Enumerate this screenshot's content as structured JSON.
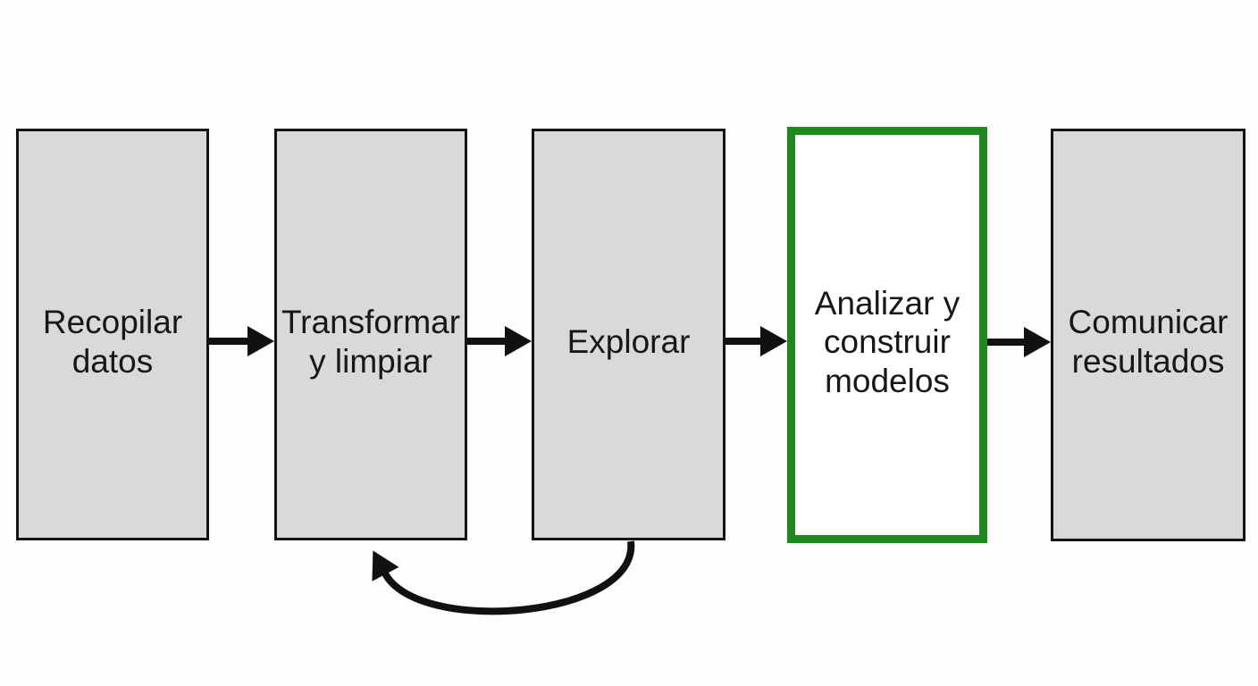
{
  "diagram": {
    "boxes": [
      {
        "id": "recopilar-datos",
        "label": "Recopilar\ndatos",
        "highlighted": false
      },
      {
        "id": "transformar-limpiar",
        "label": "Transformar\ny limpiar",
        "highlighted": false
      },
      {
        "id": "explorar",
        "label": "Explorar",
        "highlighted": false
      },
      {
        "id": "analizar-modelos",
        "label": "Analizar y\nconstruir\nmodelos",
        "highlighted": true
      },
      {
        "id": "comunicar-resultados",
        "label": "Comunicar\nresultados",
        "highlighted": false
      }
    ],
    "connections": [
      {
        "from": "Recopilar datos",
        "to": "Transformar y limpiar",
        "type": "forward"
      },
      {
        "from": "Transformar y limpiar",
        "to": "Explorar",
        "type": "forward"
      },
      {
        "from": "Explorar",
        "to": "Analizar y construir modelos",
        "type": "forward"
      },
      {
        "from": "Analizar y construir modelos",
        "to": "Comunicar resultados",
        "type": "forward"
      },
      {
        "from": "Explorar",
        "to": "Transformar y limpiar",
        "type": "feedback-loop"
      }
    ]
  },
  "colors": {
    "box_fill": "#d9d9d9",
    "box_border": "#141414",
    "highlight_fill": "#ffffff",
    "highlight_border": "#1e8a1e",
    "arrow": "#111111",
    "background": "#fdfdfc",
    "text": "#171717"
  }
}
